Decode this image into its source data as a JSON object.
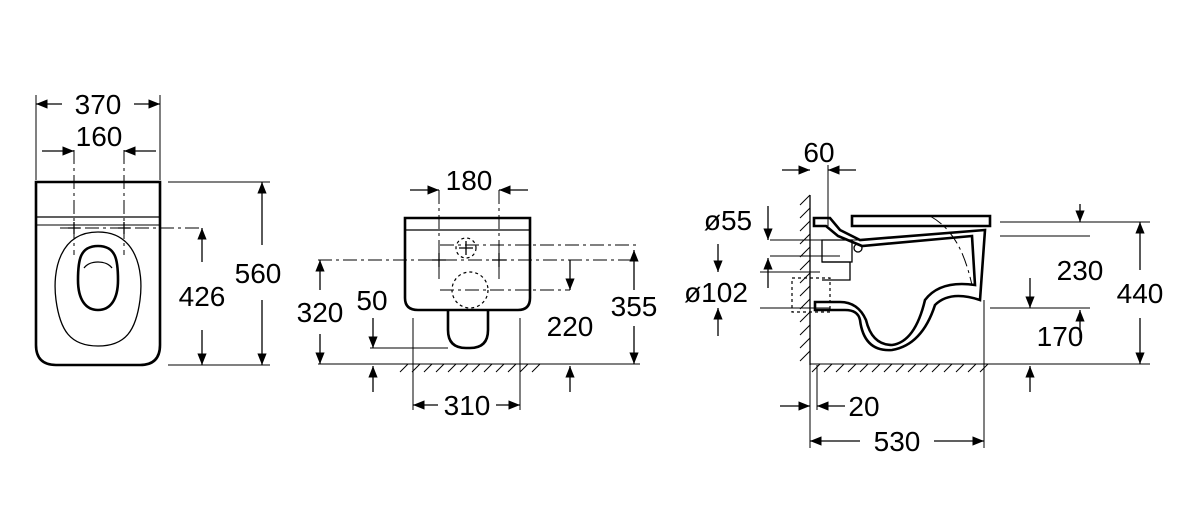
{
  "views": {
    "front": {
      "dims": {
        "width_overall": "370",
        "hole_spacing": "160",
        "fixing_height": "426",
        "height_overall": "560"
      }
    },
    "rear": {
      "dims": {
        "bolt_spacing": "180",
        "pipe_low": "320",
        "pipe_offset": "50",
        "bracket_width": "310",
        "outlet_height": "220",
        "bolt_height": "355"
      }
    },
    "side": {
      "dims": {
        "wall_offset": "60",
        "inlet_dia": "ø55",
        "outlet_dia": "ø102",
        "outlet_height": "230",
        "seat_height": "440",
        "outlet_low": "170",
        "wall_gap": "20",
        "projection": "530"
      }
    }
  }
}
